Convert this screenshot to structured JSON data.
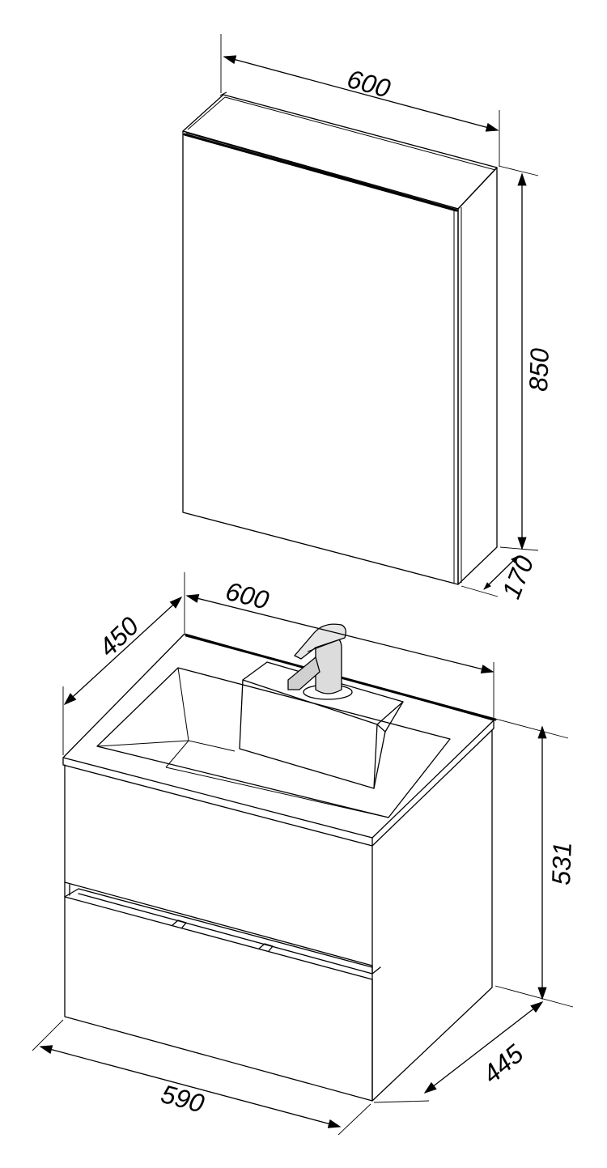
{
  "dimensions": {
    "mirror_cabinet_width": "600",
    "mirror_cabinet_height": "850",
    "mirror_cabinet_depth": "170",
    "sink_width": "600",
    "sink_depth": "450",
    "vanity_height": "531",
    "vanity_width": "590",
    "vanity_depth": "445"
  },
  "colors": {
    "stroke": "#000000",
    "background": "#ffffff",
    "faucet_fill": "#d9d9d9"
  }
}
